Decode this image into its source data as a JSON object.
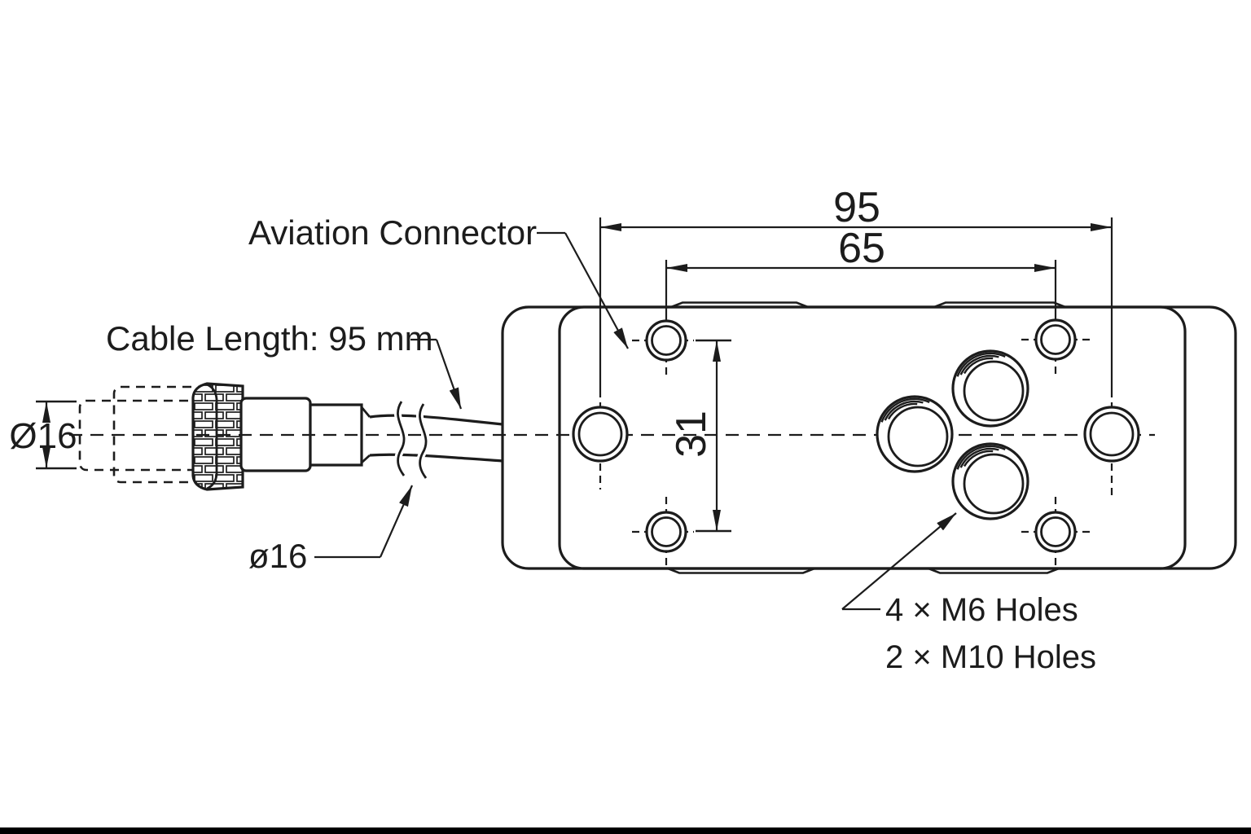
{
  "drawing": {
    "colors": {
      "line": "#1c1c1c",
      "background": "#ffffff",
      "bottom_bar": "#000000"
    },
    "labels": {
      "aviation_connector": "Aviation Connector",
      "cable_length": "Cable Length: 95 mm",
      "connector_diameter": "Ø16",
      "cable_diameter": "ø16",
      "m6_holes": "4 × M6 Holes",
      "m10_holes": "2 × M10 Holes"
    },
    "dimensions": {
      "overall_width": "95",
      "hole_spacing_horizontal": "65",
      "hole_spacing_vertical": "31"
    }
  }
}
